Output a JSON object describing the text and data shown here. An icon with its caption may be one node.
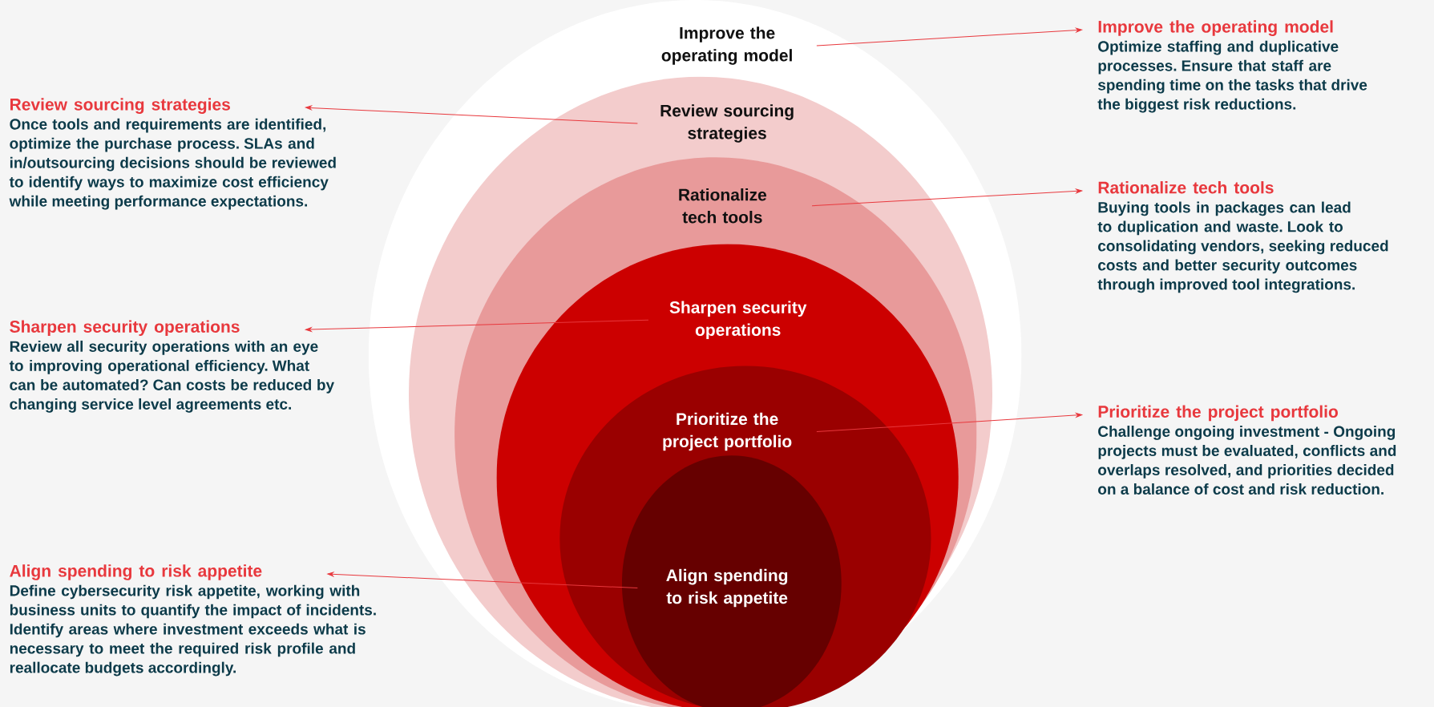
{
  "diagram": {
    "nodes": [
      {
        "text": [
          "Improve the operating model"
        ]
      },
      {
        "text": [
          "Review sourcing strategies"
        ],
        "in": 0
      },
      {
        "text": [
          "Rationalize tech tools"
        ],
        "in": 1
      },
      {
        "text": [
          "Sharpen security operations"
        ],
        "in": 2
      },
      {
        "text": [
          "Prioritize the project portfolio"
        ],
        "in": 3
      },
      {
        "text": [
          "Align spending to risk appetite"
        ],
        "in": 4
      },
      {
        "text": [
          "Improve the operating model",
          "Optimize staffing and  duplicative processes. Ensure that staff are spending time on the tasks that drive the biggest risk reductions."
        ]
      },
      {
        "text": [
          "Review sourcing strategies",
          "Once tools and requirements are identified, optimize the purchase process.  SLAs and in/outsourcing decisions should be reviewed to identify ways to maximize cost efficiency while meeting performance expectations."
        ]
      },
      {
        "text": [
          "Rationalize tech tools",
          "Buying tools in packages can lead to duplication and waste. Look to consolidating vendors, seeking reduced costs and better security outcomes through improved tool integrations."
        ]
      },
      {
        "text": [
          "Sharpen security operations",
          "Review all security operations with an eye to improving operational efficiency. What can be automated? Can costs be reduced by changing service level agreements etc."
        ]
      },
      {
        "text": [
          "Prioritize the project portfolio",
          "Challenge ongoing investment - Ongoing projects must be evaluated, conflicts and overlaps resolved, and priorities decided on a balance of cost and risk reduction."
        ]
      },
      {
        "text": [
          "Align spending to risk appetite",
          "Define cybersecurity risk appetite, working with business units to quantify the impact of incidents. Identify areas where investment exceeds what is necessary to meet the required risk profile and reallocate budgets accordingly."
        ]
      }
    ],
    "edges": [
      {
        "from": 0,
        "to": 6,
        "arrow": "to"
      },
      {
        "from": 1,
        "to": 7,
        "arrow": "to"
      },
      {
        "from": 2,
        "to": 8,
        "arrow": "to"
      },
      {
        "from": 3,
        "to": 9,
        "arrow": "to"
      },
      {
        "from": 4,
        "to": 10,
        "arrow": "to"
      },
      {
        "from": 5,
        "to": 11,
        "arrow": "to"
      }
    ]
  }
}
